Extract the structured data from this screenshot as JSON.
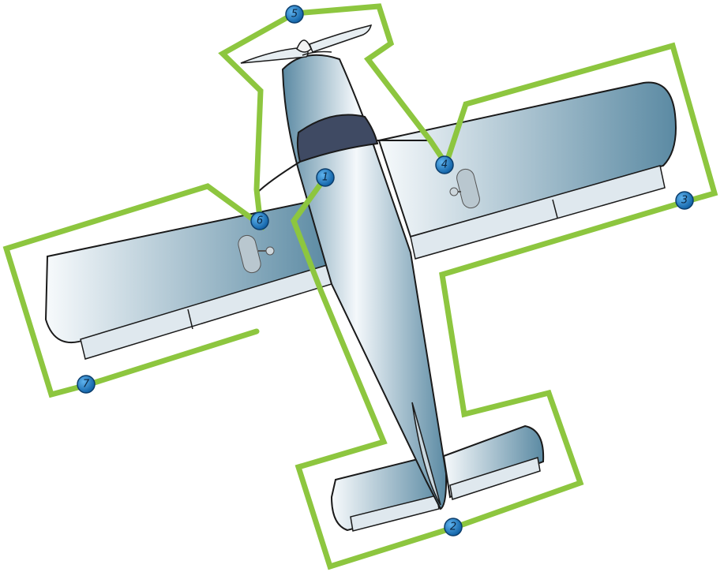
{
  "diagram": {
    "colors": {
      "flight_path": "#8dc63f",
      "marker_fill": "#1a78c2",
      "marker_stroke": "#0b3d6b",
      "airframe_light": "#f4f8fb",
      "airframe_dark": "#5c8aa3",
      "outline": "#1a1a1a",
      "canopy": "#3a4560"
    },
    "markers": [
      {
        "id": "marker-1-nose",
        "label": "1"
      },
      {
        "id": "marker-2-tail",
        "label": "2"
      },
      {
        "id": "marker-3-right-wing",
        "label": "3"
      },
      {
        "id": "marker-4-right-wing-root",
        "label": "4"
      },
      {
        "id": "marker-5-propeller",
        "label": "5"
      },
      {
        "id": "marker-6-left-wing-root",
        "label": "6"
      },
      {
        "id": "marker-7-left-wing",
        "label": "7"
      }
    ]
  }
}
